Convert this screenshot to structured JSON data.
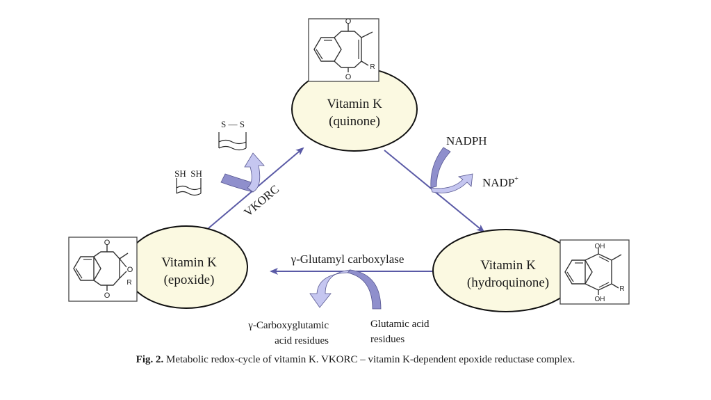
{
  "colors": {
    "ellipse_fill": "#fbf9e1",
    "ellipse_stroke": "#111111",
    "arrow_line": "#5a5aa6",
    "curved_dark": "#8f8fcc",
    "curved_light": "#c5c6f0",
    "curved_stroke": "#55558f"
  },
  "nodes": {
    "quinone": {
      "line1": "Vitamin K",
      "line2": "(quinone)"
    },
    "epoxide": {
      "line1": "Vitamin K",
      "line2": "(epoxide)"
    },
    "hydroquinone": {
      "line1": "Vitamin K",
      "line2": "(hydroquinone)"
    }
  },
  "structures": {
    "quinone": {
      "top": "O",
      "bottom": "O",
      "substituent": "R"
    },
    "epoxide": {
      "top": "O",
      "bottom": "O",
      "ring_o": "O",
      "substituent": "R"
    },
    "hydroquinone": {
      "top": "OH",
      "bottom": "OH",
      "substituent": "R"
    }
  },
  "reactions": {
    "vkorc": {
      "enzyme": "VKORC",
      "input": "SH  SH",
      "output": "S — S"
    },
    "nadph": {
      "input": "NADPH",
      "output": "NADP",
      "output_superscript": "+"
    },
    "carboxylase": {
      "enzyme": "γ-Glutamyl carboxylase",
      "input_line1": "Glutamic acid",
      "input_line2": "residues",
      "output_line1": "γ-Carboxyglutamic",
      "output_line2": "acid residues"
    }
  },
  "caption": {
    "label": "Fig. 2.",
    "text": " Metabolic redox-cycle of vitamin K. VKORC – vitamin K-dependent epoxide reductase complex."
  }
}
